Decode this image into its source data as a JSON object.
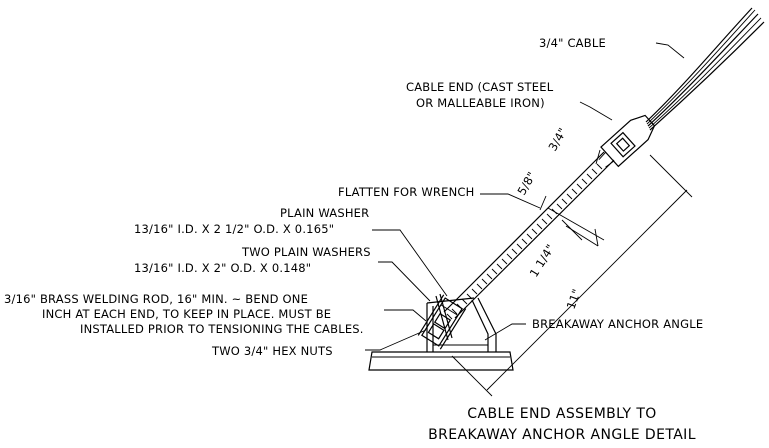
{
  "labels": {
    "cable": "3/4\" CABLE",
    "cable_end_1": "CABLE END (CAST STEEL",
    "cable_end_2": "OR MALLEABLE IRON)",
    "flatten": "FLATTEN FOR WRENCH",
    "plain_washer_1": "PLAIN WASHER",
    "plain_washer_2": "13/16\" I.D. X 2 1/2\" O.D. X 0.165\"",
    "two_washers_1": "TWO PLAIN WASHERS",
    "two_washers_2": "13/16\" I.D. X 2\" O.D. X 0.148\"",
    "brass_1": "3/16\" BRASS WELDING ROD, 16\" MIN. ~ BEND ONE",
    "brass_2": "INCH AT EACH END, TO KEEP IN PLACE.  MUST BE",
    "brass_3": "INSTALLED PRIOR TO TENSIONING THE CABLES.",
    "hex_nuts": "TWO 3/4\" HEX NUTS",
    "anchor_angle": "BREAKAWAY ANCHOR ANGLE"
  },
  "dimensions": {
    "d_3_4": "3/4\"",
    "d_5_8": "5/8\"",
    "d_1_1_4": "1 1/4\"",
    "d_11": "11\""
  },
  "title": {
    "line1": "CABLE END ASSEMBLY TO",
    "line2": "BREAKAWAY ANCHOR ANGLE DETAIL"
  }
}
